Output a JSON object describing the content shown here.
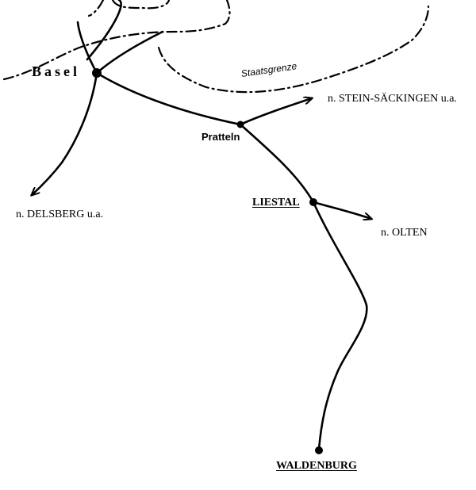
{
  "map": {
    "places": {
      "basel": "Basel",
      "pratteln": "Pratteln",
      "liestal": "LIESTAL",
      "waldenburg": "WALDENBURG"
    },
    "destinations": {
      "stein_saeckingen": "n. STEIN-SÄCKINGEN u.a.",
      "delsberg": "n. DELSBERG u.a.",
      "olten": "n. OLTEN"
    },
    "border_label": "Staatsgrenze",
    "colors": {
      "ink": "#000000",
      "paper": "#ffffff"
    }
  }
}
